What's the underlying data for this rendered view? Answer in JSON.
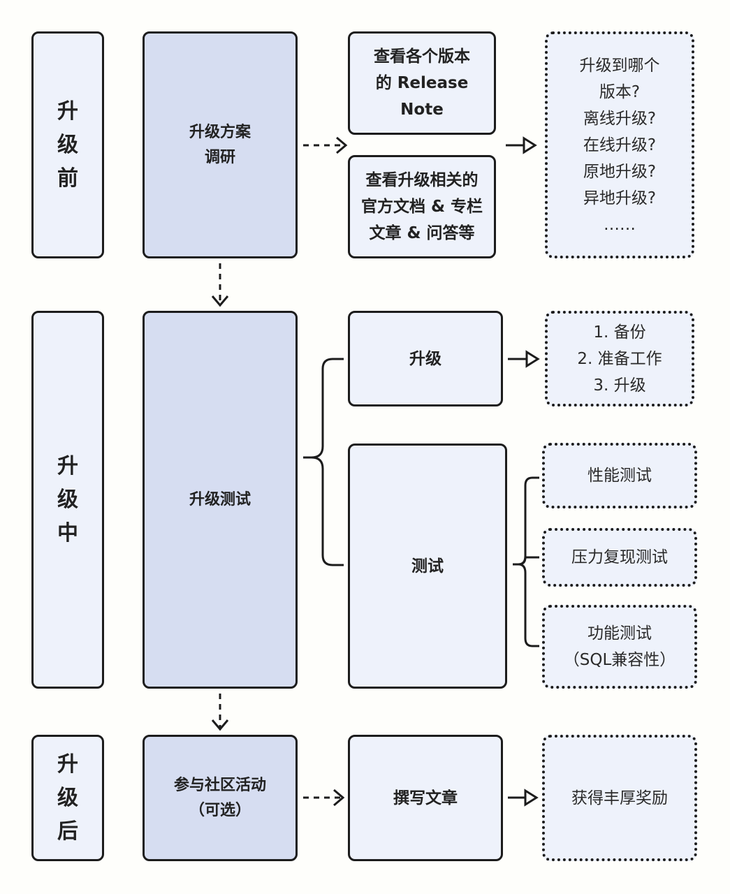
{
  "stages": {
    "before": {
      "lines": [
        "升",
        "级",
        "前"
      ]
    },
    "during": {
      "lines": [
        "升",
        "级",
        "中"
      ]
    },
    "after": {
      "lines": [
        "升",
        "级",
        "后"
      ]
    }
  },
  "main_steps": {
    "research": {
      "lines": [
        "升级方案",
        "调研"
      ]
    },
    "testing": {
      "lines": [
        "升级测试"
      ]
    },
    "community": {
      "lines": [
        "参与社区活动",
        "（可选）"
      ]
    }
  },
  "sub_steps": {
    "release_note": {
      "lines": [
        "查看各个版本",
        "的 Release",
        "Note"
      ]
    },
    "docs": {
      "lines": [
        "查看升级相关的",
        "官方文档 & 专栏",
        "文章 & 问答等"
      ]
    },
    "upgrade": {
      "lines": [
        "升级"
      ]
    },
    "test": {
      "lines": [
        "测试"
      ]
    },
    "write": {
      "lines": [
        "撰写文章"
      ]
    }
  },
  "notes": {
    "questions": {
      "lines": [
        "升级到哪个",
        "版本?",
        "离线升级?",
        "在线升级?",
        "原地升级?",
        "异地升级?",
        "……"
      ]
    },
    "upgrade_steps": {
      "lines": [
        "1. 备份",
        "2. 准备工作",
        "3. 升级"
      ]
    },
    "perf_test": {
      "lines": [
        "性能测试"
      ]
    },
    "stress_test": {
      "lines": [
        "压力复现测试"
      ]
    },
    "func_test": {
      "lines": [
        "功能测试",
        "（SQL兼容性）"
      ]
    },
    "reward": {
      "lines": [
        "获得丰厚奖励"
      ]
    }
  }
}
